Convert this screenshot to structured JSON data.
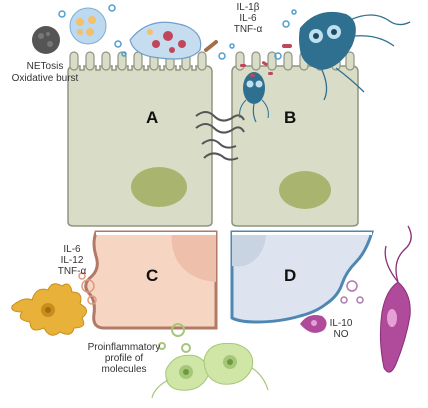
{
  "labels": {
    "netosis": "NETosis",
    "oxidative": "Oxidative burst",
    "cyto_top": [
      "IL-1β",
      "IL-6",
      "TNF-α"
    ],
    "cyto_c": [
      "IL-6",
      "IL-12",
      "TNF-α"
    ],
    "cyto_d": [
      "IL-10",
      "NO"
    ],
    "proinflam": [
      "Proinflammatory",
      "profile of",
      "molecules"
    ]
  },
  "panels": [
    "A",
    "B",
    "C",
    "D"
  ],
  "colors": {
    "cell_fill": "#d9ddc8",
    "cell_stroke": "#8f9580",
    "nucleus": "#a9b56e",
    "panel_c_fill": "#f7d5c3",
    "panel_c_stroke": "#b07a66",
    "panel_d_fill": "#dde4ef",
    "panel_d_stroke": "#4f87b3",
    "parasite_teal": "#2f6f8f",
    "parasite_magenta": "#b04a9a",
    "dendritic": "#e8b23a",
    "green_parasite": "#cfe6a6",
    "vesicle": "#4f9fd0"
  }
}
